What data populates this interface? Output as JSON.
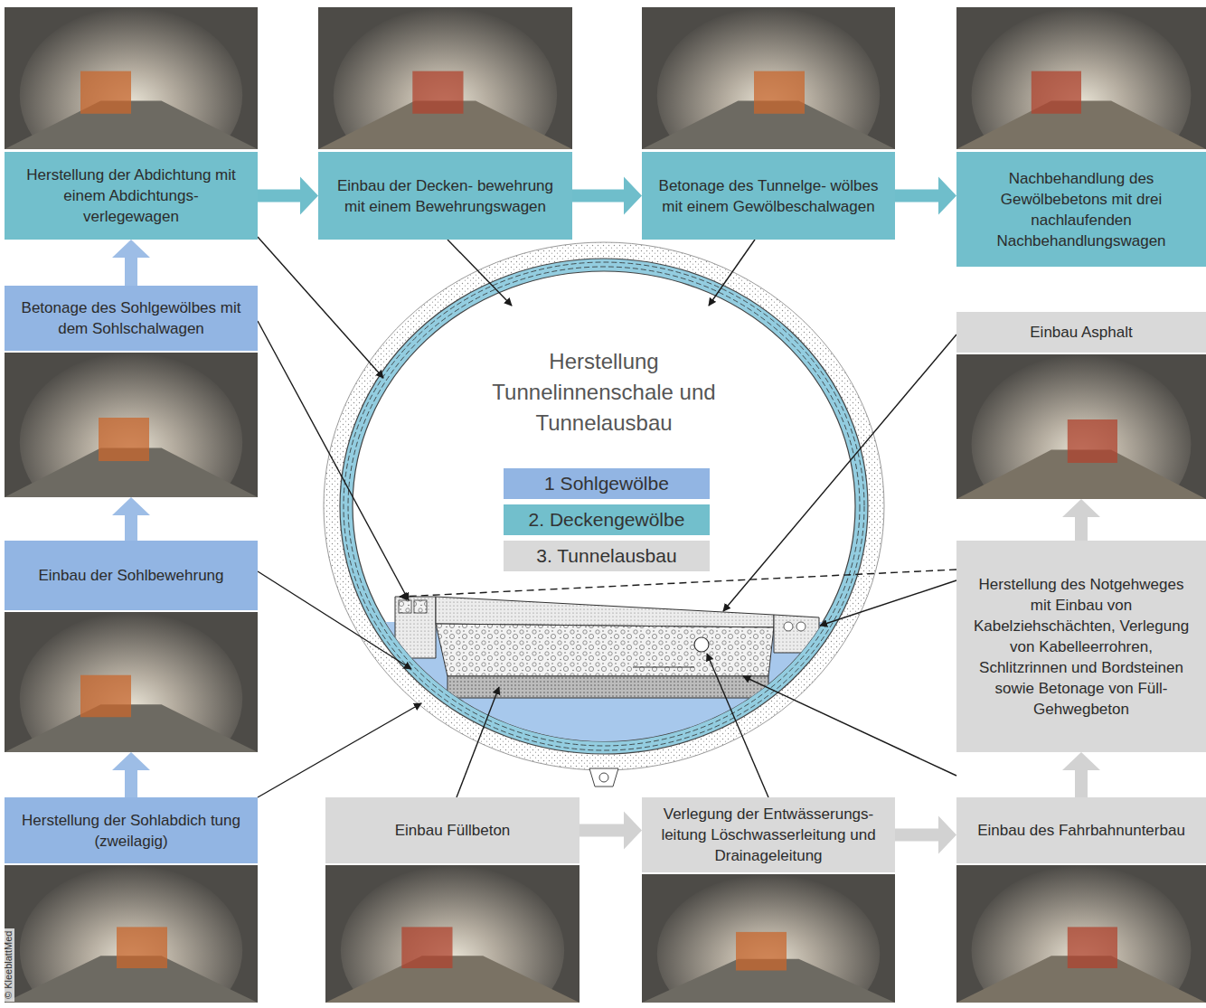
{
  "diagram": {
    "title": "Herstellung Tunnelinnenschale und Tunnelausbau",
    "nodes": [
      {
        "text": [
          "Herstellung der Abdichtung mit einem Abdichtungs- verlegewagen"
        ]
      },
      {
        "text": [
          "Einbau der Decken- bewehrung mit einem Bewehrungswagen"
        ]
      },
      {
        "text": [
          "Betonage des Tunnelge- wölbes mit einem Gewölbeschalwagen"
        ]
      },
      {
        "text": [
          "Nachbehandlung des Gewölbebetons mit drei nachlaufenden Nachbehandlungswagen"
        ]
      },
      {
        "text": [
          "Betonage des Sohlgewölbes mit dem Sohlschalwagen"
        ]
      },
      {
        "text": [
          "Einbau Asphalt"
        ]
      },
      {
        "text": [
          "Einbau der Sohlbewehrung"
        ]
      },
      {
        "text": [
          "Herstellung des Notgehweges mit Einbau von Kabelziehschächten, Verlegung von Kabelleerrohren, Schlitzrinnen und Bordsteinen sowie Betonage von Füll- Gehwegbeton"
        ]
      },
      {
        "text": [
          "Herstellung der Sohlabdich tung (zweilagig)"
        ]
      },
      {
        "text": [
          "Einbau Füllbeton"
        ]
      },
      {
        "text": [
          "Verlegung der Entwässerungs- leitung Löschwasserleitung und Drainageleitung"
        ]
      },
      {
        "text": [
          "Einbau des Fahrbahnunterbau"
        ]
      }
    ],
    "edges": [
      {
        "from": 8,
        "to": 6,
        "arrow": "to"
      },
      {
        "from": 6,
        "to": 4,
        "arrow": "to"
      },
      {
        "from": 4,
        "to": 0,
        "arrow": "to"
      },
      {
        "from": 0,
        "to": 1,
        "arrow": "to"
      },
      {
        "from": 1,
        "to": 2,
        "arrow": "to"
      },
      {
        "from": 2,
        "to": 3,
        "arrow": "to"
      },
      {
        "from": 9,
        "to": 10,
        "arrow": "to"
      },
      {
        "from": 10,
        "to": 11,
        "arrow": "to"
      },
      {
        "from": 11,
        "to": 7,
        "arrow": "to"
      },
      {
        "from": 7,
        "to": 5,
        "arrow": "to"
      }
    ],
    "labels": [
      "© KleeblattMed"
    ],
    "legend": [
      {
        "text": "1 Sohlgewölbe",
        "color": "#92b5e3"
      },
      {
        "text": "2. Deckengewölbe",
        "color": "#72bfcc"
      },
      {
        "text": "3. Tunnelausbau",
        "color": "#d9d9d9"
      }
    ]
  }
}
